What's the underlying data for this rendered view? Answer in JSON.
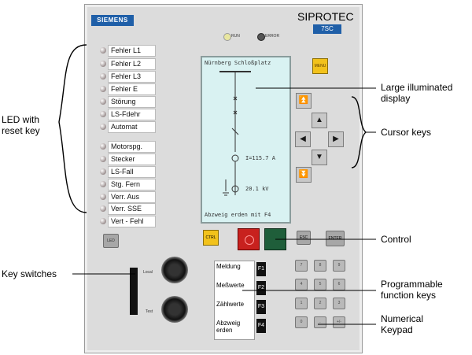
{
  "device": {
    "brand": "SIEMENS",
    "product": "SIPROTEC",
    "model": "7SC",
    "run_label": "RUN",
    "error_label": "ERROR",
    "local_label": "Local",
    "test_label": "Test"
  },
  "leds": [
    "Fehler L1",
    "Fehler L2",
    "Fehler L3",
    "Fehler E",
    "Störung",
    "LS-Fdehr",
    "Automat",
    "Motorspg.",
    "Stecker",
    "LS-Fall",
    "Stg. Fern",
    "Verr. Aus",
    "Verr. SSE",
    "Vert - Fehl"
  ],
  "display": {
    "title": "Nürnberg Schloßplatz",
    "current": "I=115.7 A",
    "voltage": "20.1 kV",
    "footer": "Abzweig erden mit F4"
  },
  "keys": {
    "menu": "MENU",
    "ctrl": "CTRL",
    "esc": "ESC",
    "enter": "ENTER",
    "led": "LED"
  },
  "function_keys": [
    {
      "label": "Meldung",
      "key": "F1"
    },
    {
      "label": "Meßwerte",
      "key": "F2"
    },
    {
      "label": "Zählwerte",
      "key": "F3"
    },
    {
      "label": "Abzweig erden",
      "key": "F4"
    }
  ],
  "keypad": [
    "7",
    "8",
    "9",
    "4",
    "5",
    "6",
    "1",
    "2",
    "3",
    "0",
    ".",
    "+/-"
  ],
  "callouts": {
    "led_reset": "LED with reset key",
    "display": "Large illuminated display",
    "cursor": "Cursor keys",
    "control": "Control",
    "key_switches": "Key switches",
    "programmable": "Programmable function keys",
    "numerical": "Numerical Keypad"
  },
  "colors": {
    "brand_blue": "#1f5fa8",
    "lcd_bg": "#d9f2f2",
    "menu_yellow": "#f2c21b",
    "open_red": "#c8211e",
    "close_green": "#1f5e3a"
  }
}
